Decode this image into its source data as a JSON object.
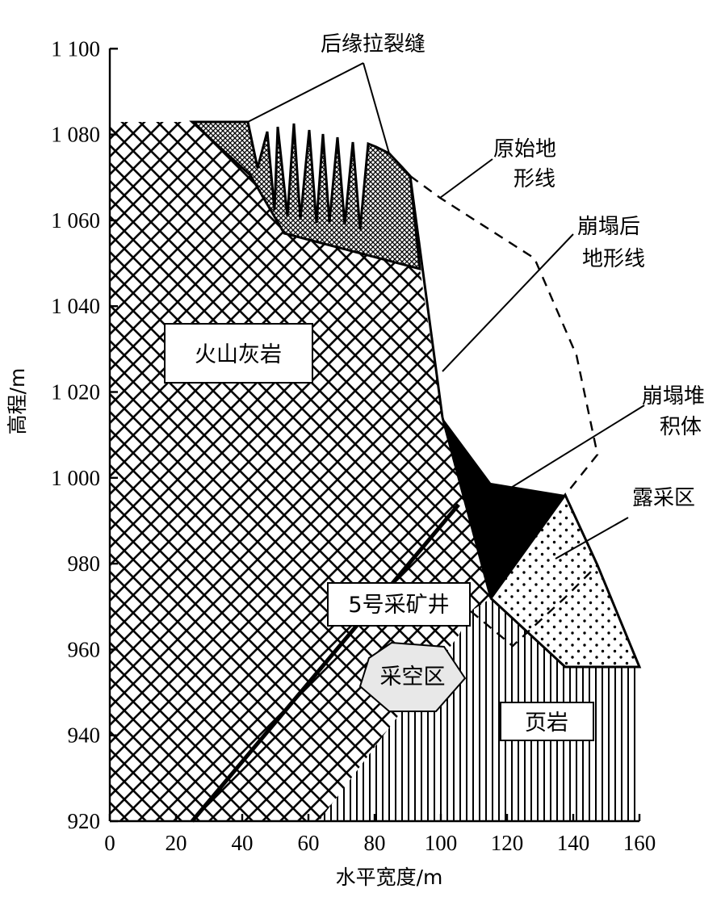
{
  "axes": {
    "xlabel": "水平宽度/m",
    "ylabel": "高程/m",
    "x_ticks": [
      "0",
      "20",
      "40",
      "60",
      "80",
      "100",
      "120",
      "140",
      "160"
    ],
    "y_ticks": [
      "920",
      "940",
      "960",
      "980",
      "1 000",
      "1 020",
      "1 040",
      "1 060",
      "1 080",
      "1 100"
    ]
  },
  "callouts": {
    "tension_crack": "后缘拉裂缝",
    "original_terrain": [
      "原始地",
      "形线"
    ],
    "post_collapse_terrain": [
      "崩塌后",
      "地形线"
    ],
    "collapse_deposit": [
      "崩塌堆",
      "积体"
    ],
    "open_pit": "露采区"
  },
  "boxed_labels": {
    "volcanic_tuff": "火山灰岩",
    "mine_shaft": "5号采矿井",
    "goaf": "采空区",
    "shale": "页岩"
  },
  "colors": {
    "ink": "#000000",
    "goaf_fill": "#e8e8e8",
    "label_bg": "#ffffff"
  }
}
